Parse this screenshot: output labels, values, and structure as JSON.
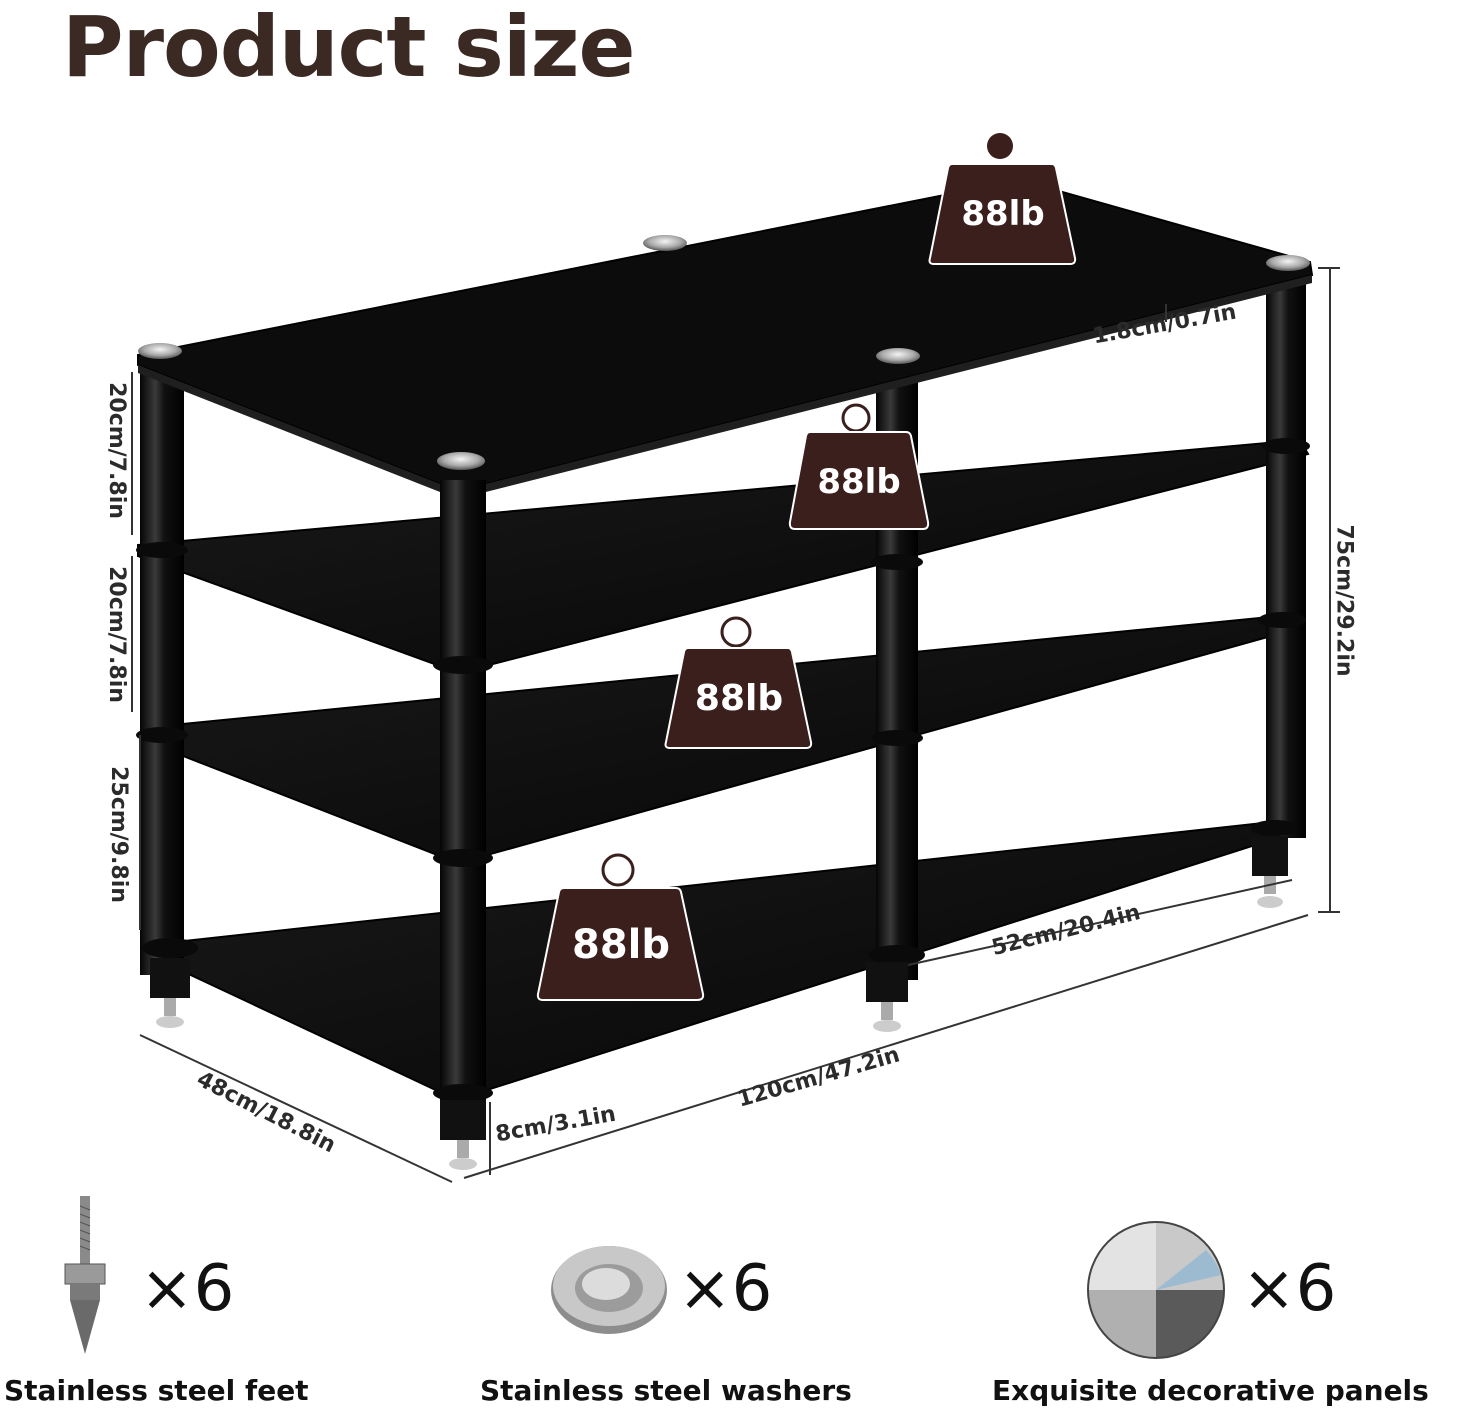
{
  "title": "Product size",
  "weights": [
    "88lb",
    "88lb",
    "88lb",
    "88lb"
  ],
  "dimensions": {
    "thickness": "1.8cm/0.7in",
    "shelf_gap_top": "20cm/7.8in",
    "shelf_gap_middle": "20cm/7.8in",
    "shelf_gap_bottom": "25cm/9.8in",
    "total_height": "75cm/29.2in",
    "inner_width": "52cm/20.4in",
    "total_width": "120cm/47.2in",
    "depth": "48cm/18.8in",
    "foot_height": "8cm/3.1in"
  },
  "accessories": [
    {
      "icon": "spike-foot-icon",
      "qty": "×6",
      "label": "Stainless steel feet"
    },
    {
      "icon": "washer-icon",
      "qty": "×6",
      "label": "Stainless steel washers"
    },
    {
      "icon": "decorative-disc-icon",
      "qty": "×6",
      "label": "Exquisite decorative panels"
    }
  ],
  "colors": {
    "weight_badge": "#3a1f1c",
    "shelf": "#0d0d0d",
    "title": "#3b2a23"
  }
}
